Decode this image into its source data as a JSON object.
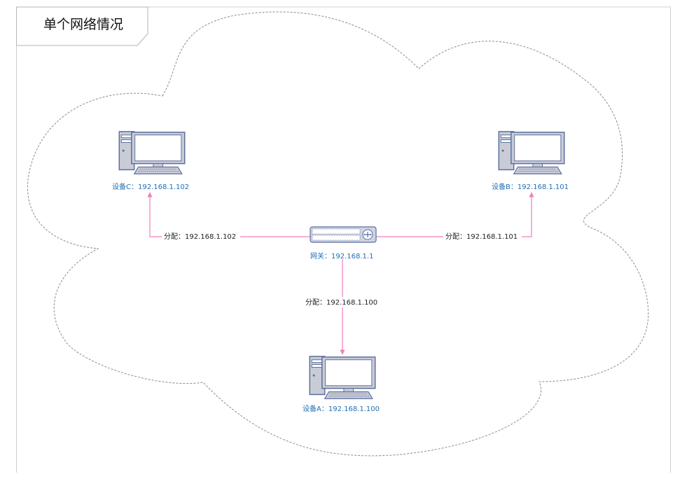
{
  "diagram": {
    "title": "单个网络情况",
    "gateway": {
      "label": "网关：192.168.1.1",
      "icon": "switch-icon"
    },
    "devices": [
      {
        "id": "device-c",
        "label": "设备C：192.168.1.102",
        "icon": "desktop-computer-icon"
      },
      {
        "id": "device-b",
        "label": "设备B：192.168.1.101",
        "icon": "desktop-computer-icon"
      },
      {
        "id": "device-a",
        "label": "设备A：192.168.1.100",
        "icon": "desktop-computer-icon"
      }
    ],
    "edges": [
      {
        "to": "device-c",
        "label": "分配：192.168.1.102"
      },
      {
        "to": "device-b",
        "label": "分配：192.168.1.101"
      },
      {
        "to": "device-a",
        "label": "分配：192.168.1.100"
      }
    ]
  },
  "colors": {
    "link": "#f07fbf",
    "label": "#1f6fb5",
    "cloud_border": "#8c8c8c",
    "computer_body": "#c9cbd6",
    "computer_stroke": "#5a6f9e",
    "screen": "#ffffff",
    "switch_body": "#cfd3e3"
  }
}
